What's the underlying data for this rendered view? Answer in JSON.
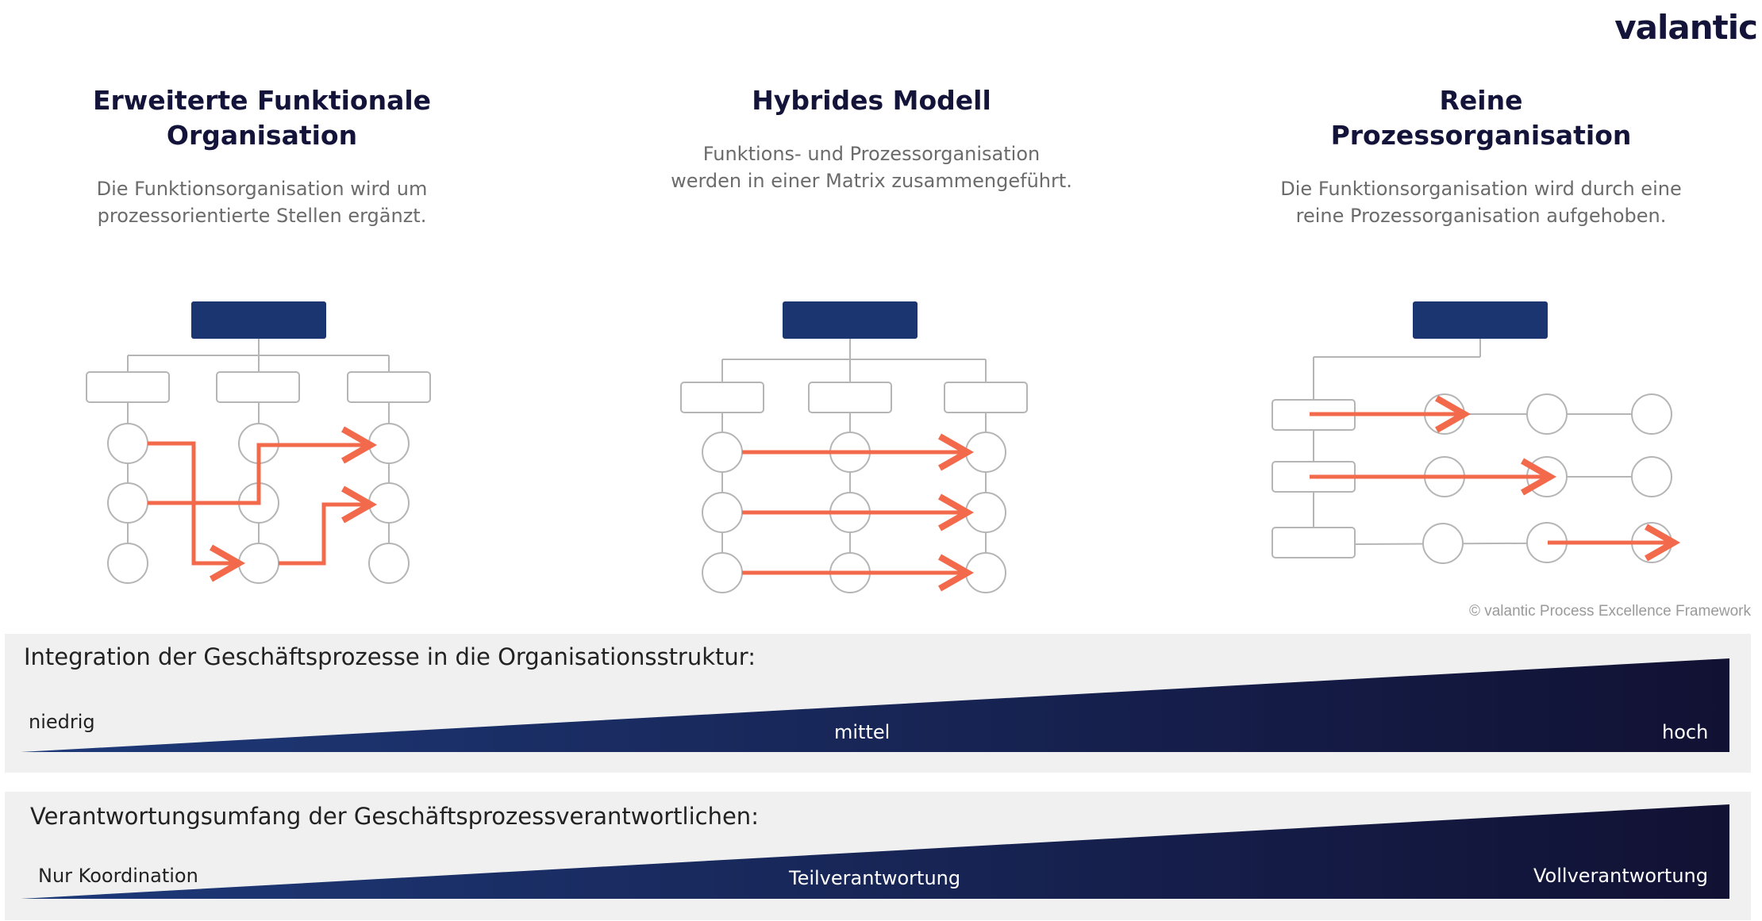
{
  "logo": "valantic",
  "columns": [
    {
      "title": "Erweiterte Funktionale Organisation",
      "description": "Die Funktionsorganisation wird um prozessorientierte Stellen ergänzt."
    },
    {
      "title": "Hybrides Modell",
      "description": "Funktions- und Prozessorganisation werden in einer Matrix zusammengeführt."
    },
    {
      "title": "Reine Prozessorganisation",
      "description": "Die Funktionsorganisation wird durch eine reine Prozessorganisation aufgehoben."
    }
  ],
  "copyright": "© valantic Process Excellence Framework",
  "scales": [
    {
      "title": "Integration der Geschäftsprozesse in die Organisationsstruktur:",
      "low": "niedrig",
      "mid": "mittel",
      "high": "hoch"
    },
    {
      "title": "Verantwortungsumfang der Geschäftsprozessverantwortlichen:",
      "low": "Nur Koordination",
      "mid": "Teilverantwortung",
      "high": "Vollverantwortung"
    }
  ],
  "colors": {
    "box_dark": "#1b3570",
    "arrow": "#f26a4b",
    "wedge_start": "#1e3a7a",
    "wedge_end": "#111133",
    "band_bg": "#f0f0f0"
  }
}
